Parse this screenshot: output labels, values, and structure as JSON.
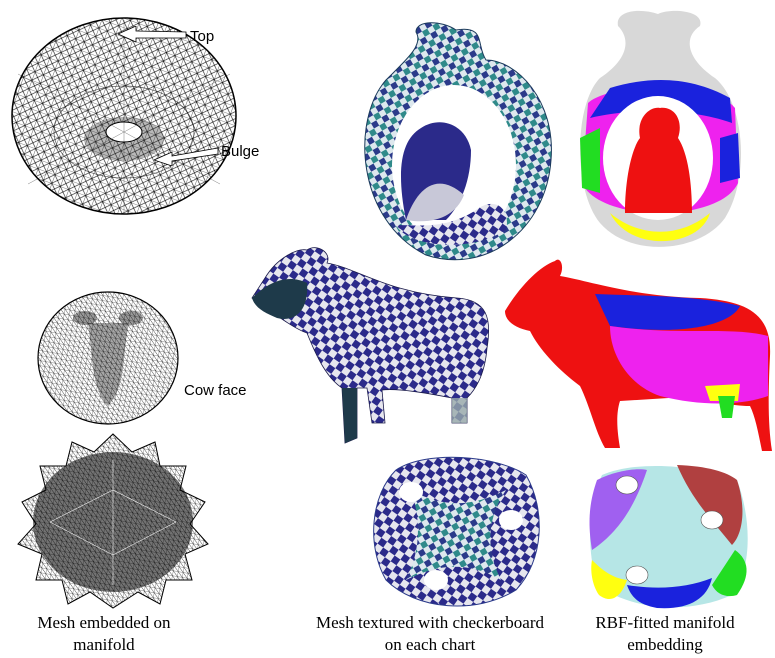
{
  "annotations": {
    "top": "Top",
    "bulge": "Bulge",
    "cow_face": "Cow face"
  },
  "captions": {
    "left": "Mesh embedded on manifold",
    "middle": "Mesh textured with checkerboard on each chart",
    "right": "RBF-fitted manifold embedding"
  },
  "colors": {
    "checker_dark": "#2b2a8a",
    "checker_light": "#e6e6ee",
    "checker_teal": "#2f8a8a",
    "chart_red": "#ee1111",
    "chart_magenta": "#ee22ee",
    "chart_blue": "#1a22dd",
    "chart_yellow": "#ffff10",
    "chart_green": "#22dd22",
    "chart_grey": "#d8d8d8",
    "chart_cyan": "#b6e6e6",
    "chart_purple": "#a060f0",
    "chart_brown": "#b04040"
  }
}
